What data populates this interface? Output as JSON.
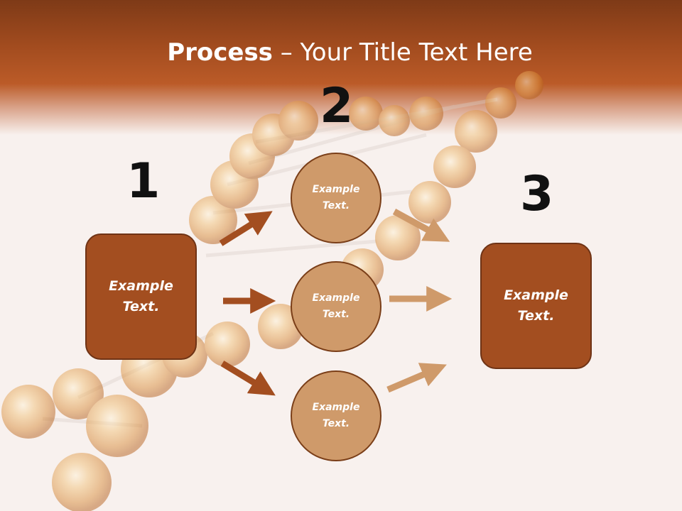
{
  "title": {
    "bold": "Process",
    "rest": " – Your Title Text Here"
  },
  "steps": [
    {
      "number": "1",
      "text": "Example\nText."
    },
    {
      "number": "2",
      "items": [
        "Example\nText.",
        "Example\nText.",
        "Example\nText."
      ]
    },
    {
      "number": "3",
      "text": "Example\nText."
    }
  ],
  "colors": {
    "header": "#a34c1f",
    "box_fill": "#a34e20",
    "circle_fill": "#cf9a6a",
    "arrow_dark": "#a34e20",
    "arrow_light": "#cf9a6a"
  }
}
